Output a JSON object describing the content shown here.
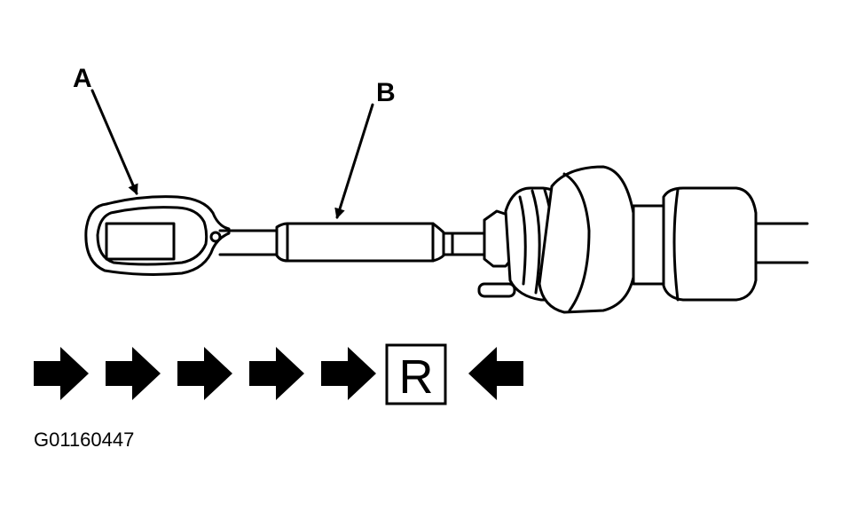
{
  "labels": {
    "a": "A",
    "b": "B"
  },
  "figure_code": "G01160447",
  "shift_indicator": {
    "arrows_before": 5,
    "position": "R",
    "arrows_after": 1
  },
  "colors": {
    "ink": "#000000",
    "paper": "#ffffff"
  }
}
